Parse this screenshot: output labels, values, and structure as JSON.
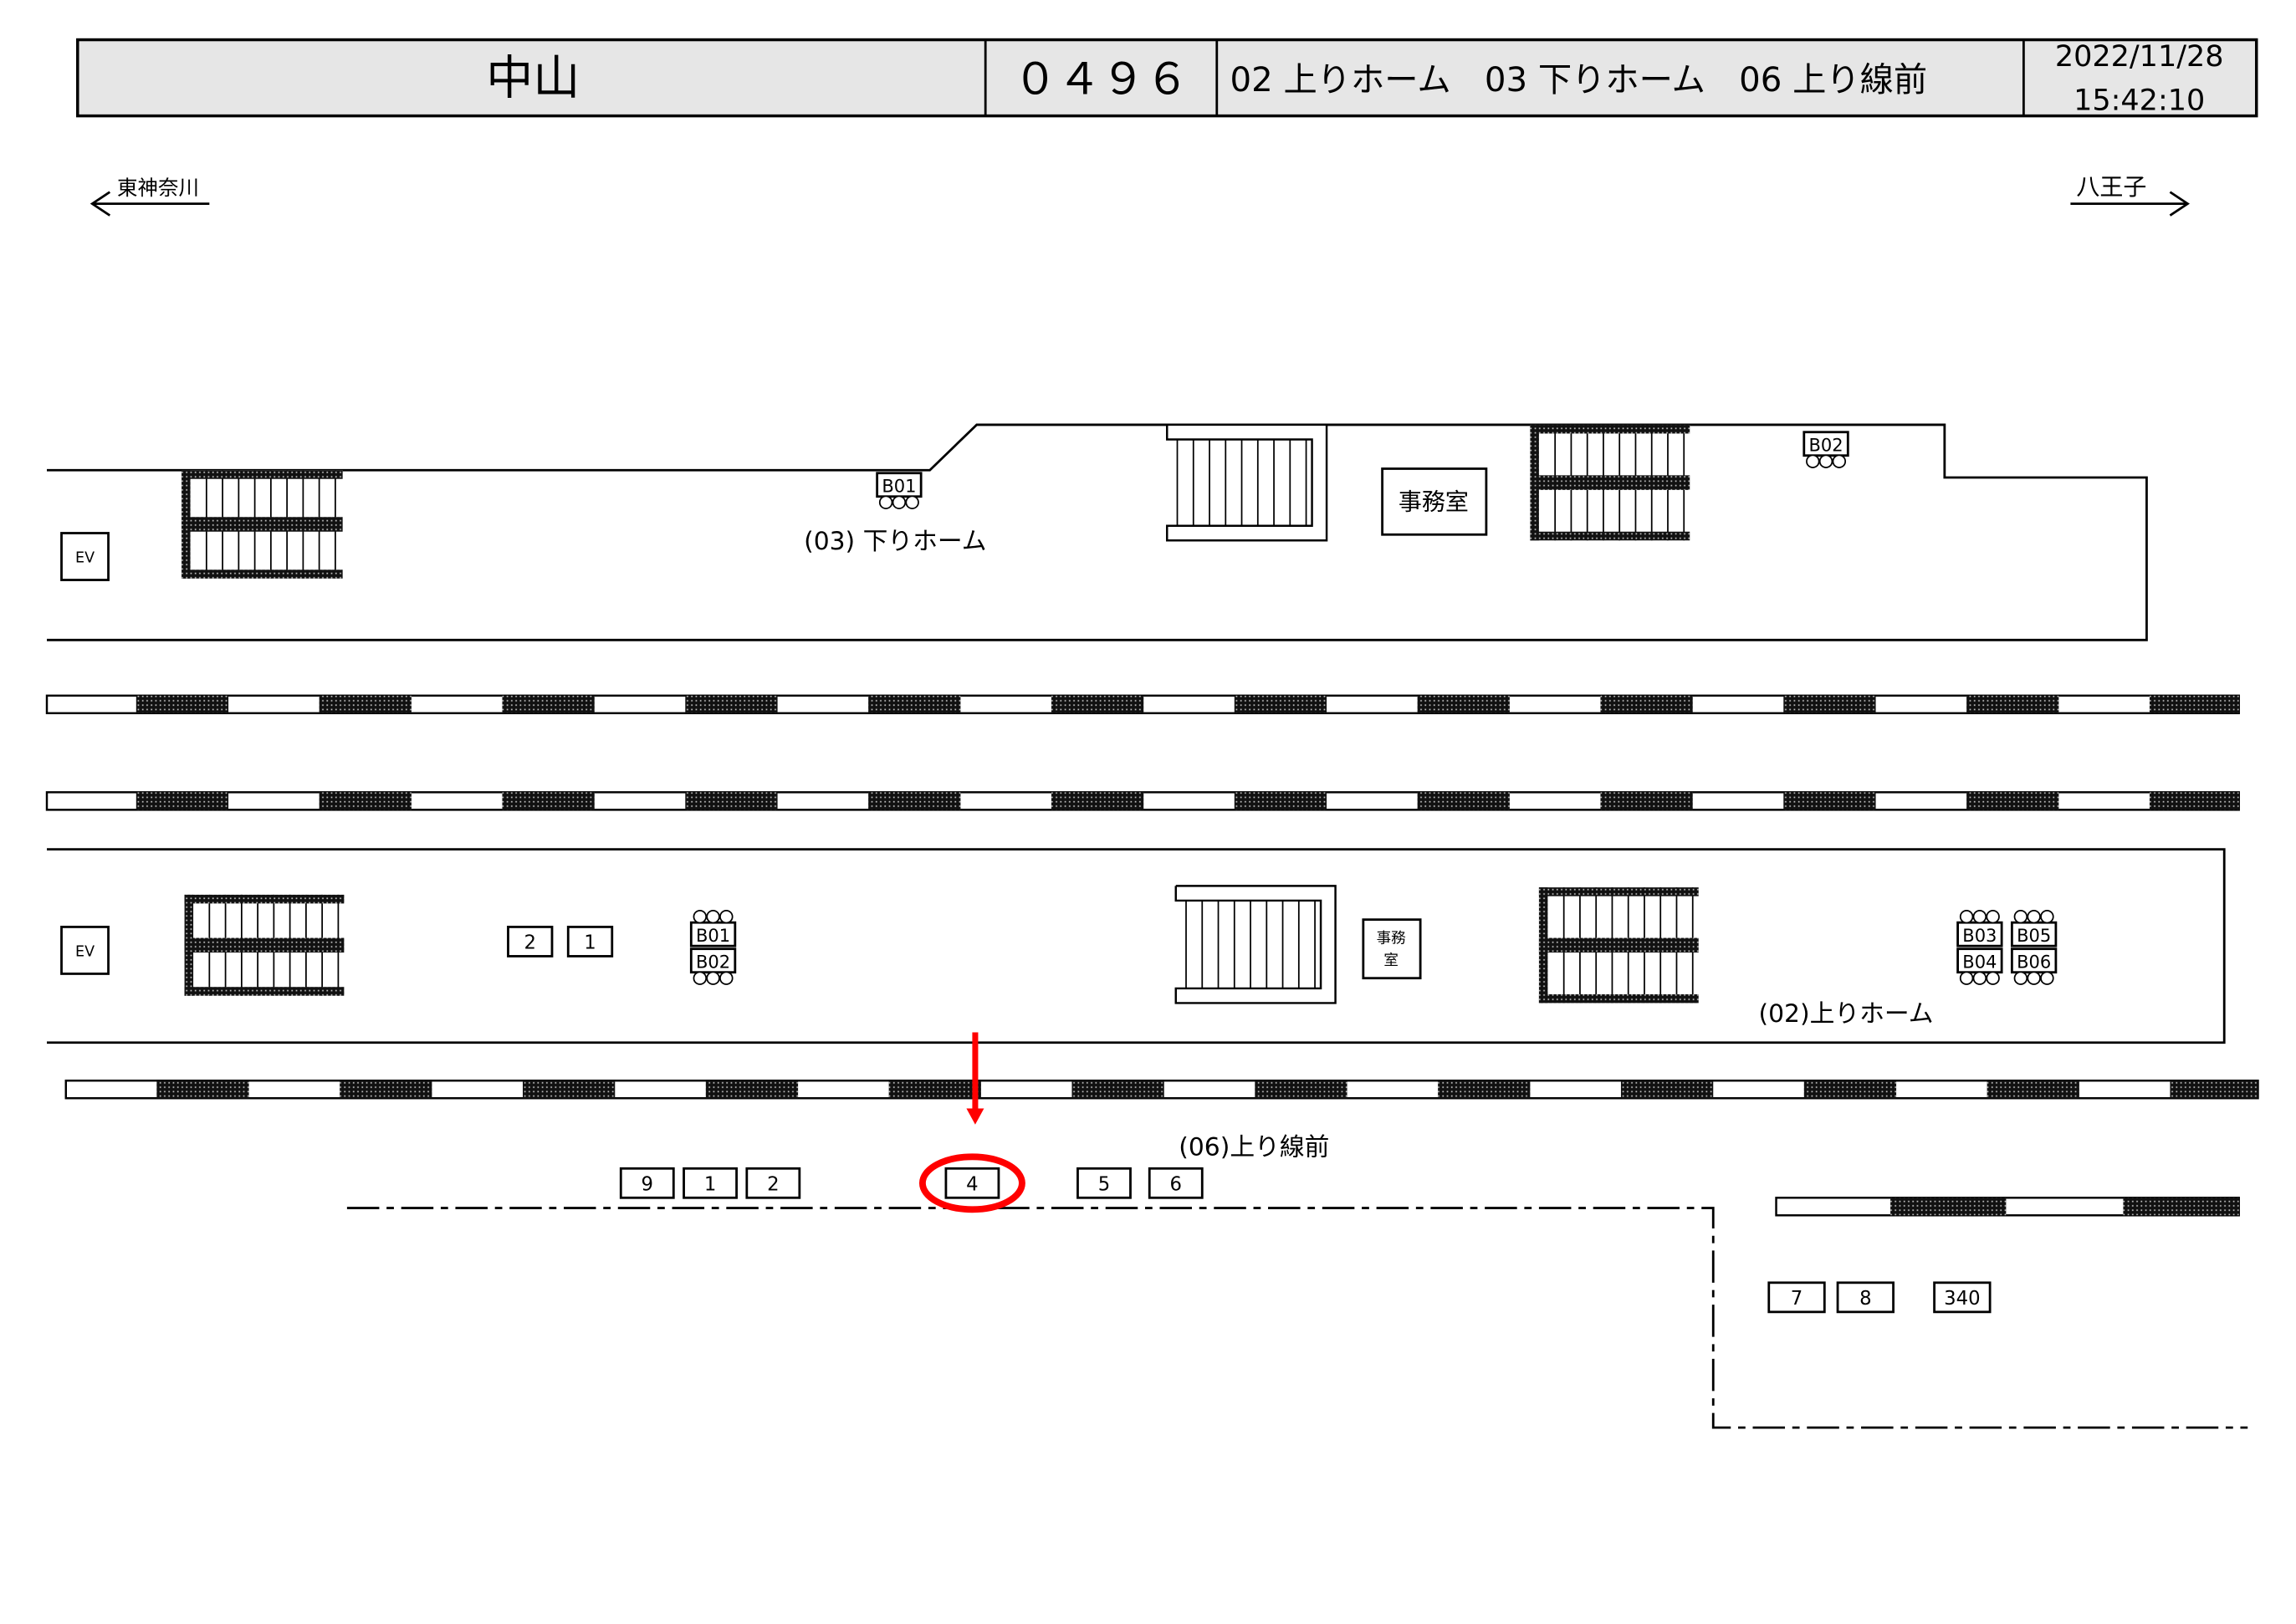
{
  "header": {
    "station_name": "中山",
    "station_code": "０４９６",
    "platforms_label": "02 上りホーム　03 下りホーム　06 上り線前",
    "date": "2022/11/28",
    "time": "15:42:10"
  },
  "directions": {
    "left": "東神奈川",
    "right": "八王子"
  },
  "platforms": {
    "down_label": "(03) 下りホーム",
    "up_label": "(02)上りホーム",
    "front_label": "(06)上り線前"
  },
  "facilities": {
    "ev": "EV",
    "office": "事務室",
    "office_small_1": "事務",
    "office_small_2": "室"
  },
  "ad_spots": {
    "top_b01": "B01",
    "top_b02": "B02",
    "bottom_b": [
      "B01",
      "B02",
      "B03",
      "B04",
      "B05",
      "B06"
    ],
    "up_platform": [
      "2",
      "1"
    ],
    "front_line": [
      "9",
      "1",
      "2",
      "4",
      "5",
      "6"
    ],
    "lower_right": [
      "7",
      "8",
      "340"
    ]
  },
  "highlight": {
    "selected_spot": "4",
    "color": "#ff0000"
  }
}
